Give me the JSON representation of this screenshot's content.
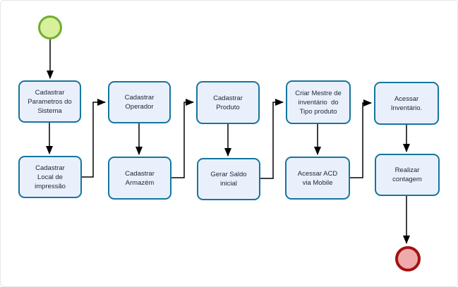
{
  "flowchart": {
    "start_event": {
      "name": "start"
    },
    "end_event": {
      "name": "end"
    },
    "tasks": [
      {
        "id": "cadastrar-parametros-sistema",
        "label": "Cadastrar\nParametros do\nSistema"
      },
      {
        "id": "cadastrar-local-impressao",
        "label": "Cadastrar\nLocal de\nimpressão"
      },
      {
        "id": "cadastrar-operador",
        "label": "Cadastrar\nOperador"
      },
      {
        "id": "cadastrar-armazem",
        "label": "Cadastrar\nArmazém"
      },
      {
        "id": "cadastrar-produto",
        "label": "Cadastrar\nProduto"
      },
      {
        "id": "gerar-saldo-inicial",
        "label": "Gerar Saldo\ninicial"
      },
      {
        "id": "criar-mestre-inventario",
        "label": "Criar Mestre de\ninventário  do\nTipo produto"
      },
      {
        "id": "acessar-acd-mobile",
        "label": "Acessar ACD\nvia Mobile"
      },
      {
        "id": "acessar-inventario",
        "label": "Acessar\nInventário."
      },
      {
        "id": "realizar-contagem",
        "label": "Realizar\ncontagem"
      }
    ],
    "flow": [
      {
        "from": "start",
        "to": "cadastrar-parametros-sistema"
      },
      {
        "from": "cadastrar-parametros-sistema",
        "to": "cadastrar-local-impressao"
      },
      {
        "from": "cadastrar-local-impressao",
        "to": "cadastrar-operador"
      },
      {
        "from": "cadastrar-operador",
        "to": "cadastrar-armazem"
      },
      {
        "from": "cadastrar-armazem",
        "to": "cadastrar-produto"
      },
      {
        "from": "cadastrar-produto",
        "to": "gerar-saldo-inicial"
      },
      {
        "from": "gerar-saldo-inicial",
        "to": "criar-mestre-inventario"
      },
      {
        "from": "criar-mestre-inventario",
        "to": "acessar-acd-mobile"
      },
      {
        "from": "acessar-acd-mobile",
        "to": "acessar-inventario"
      },
      {
        "from": "acessar-inventario",
        "to": "realizar-contagem"
      },
      {
        "from": "realizar-contagem",
        "to": "end"
      }
    ],
    "colors": {
      "task_fill": "#eaf0fb",
      "task_border": "#15759f",
      "task_text": "#20283a",
      "start_fill": "#d8ef9c",
      "start_border": "#6fae2b",
      "end_fill": "#efabab",
      "end_border": "#a61111",
      "connector": "#000000"
    }
  }
}
